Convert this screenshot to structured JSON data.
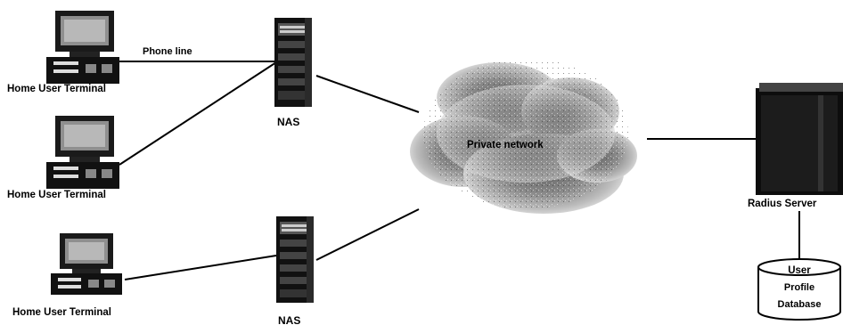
{
  "terminals": [
    {
      "label": "Home User Terminal",
      "icon": "computer-terminal-icon"
    },
    {
      "label": "Home User Terminal",
      "icon": "computer-terminal-icon"
    },
    {
      "label": "Home User Terminal",
      "icon": "computer-terminal-icon"
    }
  ],
  "nas": [
    {
      "label": "NAS",
      "icon": "server-tower-icon"
    },
    {
      "label": "NAS",
      "icon": "server-tower-icon"
    }
  ],
  "links": {
    "phone_line": "Phone line"
  },
  "network": {
    "label": "Private network",
    "icon": "cloud-icon"
  },
  "radius": {
    "label": "Radius Server",
    "icon": "server-cabinet-icon"
  },
  "database": {
    "line1": "User",
    "line2": "Profile",
    "line3": "Database",
    "icon": "database-cylinder-icon"
  }
}
